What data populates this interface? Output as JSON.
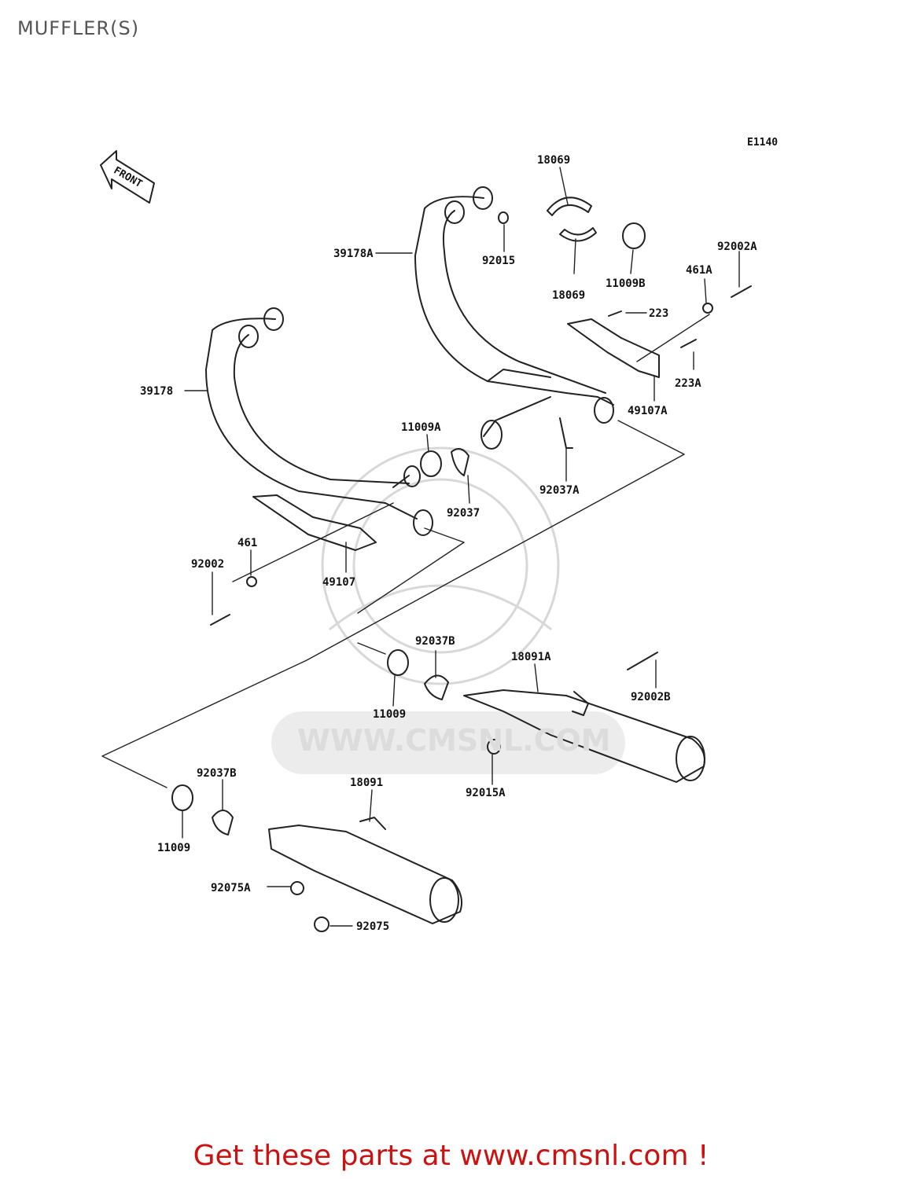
{
  "page": {
    "title": "MUFFLER(S)"
  },
  "diagram": {
    "code": "E1140",
    "front_marker": "FRONT",
    "watermark": "WWW.CMSNL.COM",
    "labels": {
      "p18069_top": "18069",
      "p18069_bottom": "18069",
      "p39178A": "39178A",
      "p92015": "92015",
      "p11009B": "11009B",
      "p92002A": "92002A",
      "p461A": "461A",
      "p223": "223",
      "p223A": "223A",
      "p49107A": "49107A",
      "p92037A": "92037A",
      "p39178": "39178",
      "p11009A": "11009A",
      "p92037": "92037",
      "p461": "461",
      "p92002": "92002",
      "p49107": "49107",
      "p92037B_top": "92037B",
      "p18091A": "18091A",
      "p92002B": "92002B",
      "p11009_top": "11009",
      "p92015A": "92015A",
      "p92037B_bottom": "92037B",
      "p18091": "18091",
      "p11009_bottom": "11009",
      "p92075A": "92075A",
      "p92075": "92075"
    }
  },
  "footer": {
    "text": "Get these parts at www.cmsnl.com !"
  }
}
